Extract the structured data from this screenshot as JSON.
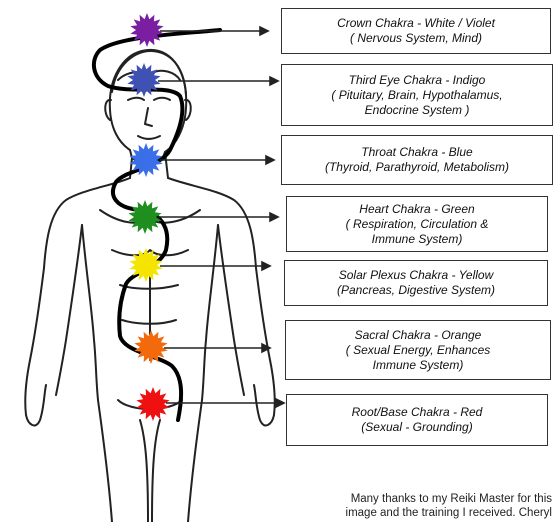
{
  "chakras": [
    {
      "name": "Crown Chakra - White / Violet",
      "detail": "( Nervous System, Mind)",
      "detail2": "",
      "color": "#7b1fa2"
    },
    {
      "name": "Third Eye Chakra -  Indigo",
      "detail": "( Pituitary, Brain, Hypothalamus,",
      "detail2": "Endocrine System )",
      "color": "#3f51b5"
    },
    {
      "name": "Throat Chakra - Blue",
      "detail": "(Thyroid, Parathyroid, Metabolism)",
      "detail2": "",
      "color": "#3b6fe8"
    },
    {
      "name": "Heart Chakra -  Green",
      "detail": "( Respiration, Circulation &",
      "detail2": "Immune System)",
      "color": "#1f8f1f"
    },
    {
      "name": "Solar Plexus Chakra - Yellow",
      "detail": "(Pancreas, Digestive System)",
      "detail2": "",
      "color": "#f5e400"
    },
    {
      "name": "Sacral Chakra - Orange",
      "detail": "( Sexual Energy, Enhances",
      "detail2": "Immune System)",
      "color": "#f26a0c"
    },
    {
      "name": "Root/Base Chakra - Red",
      "detail": "(Sexual - Grounding)",
      "detail2": "",
      "color": "#ee1111"
    }
  ],
  "caption": {
    "line1": "Many thanks to my Reiki Master for this",
    "line2": "image and the training I received.  Cheryl"
  }
}
